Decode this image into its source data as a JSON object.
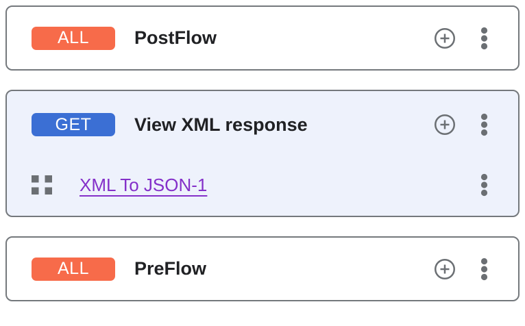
{
  "colors": {
    "badge_all": "#F76B4A",
    "badge_get": "#3B6FD4",
    "link": "#8430C9",
    "card_border": "#74787C",
    "selected_card_bg": "#EEF2FC",
    "icon_gray": "#6B6F73",
    "title_text": "#202124"
  },
  "cards": [
    {
      "badge": "ALL",
      "title": "PostFlow",
      "selected": false
    },
    {
      "badge": "GET",
      "title": "View XML response",
      "selected": true,
      "policies": [
        {
          "label": "XML To JSON-1"
        }
      ]
    },
    {
      "badge": "ALL",
      "title": "PreFlow",
      "selected": false
    }
  ]
}
